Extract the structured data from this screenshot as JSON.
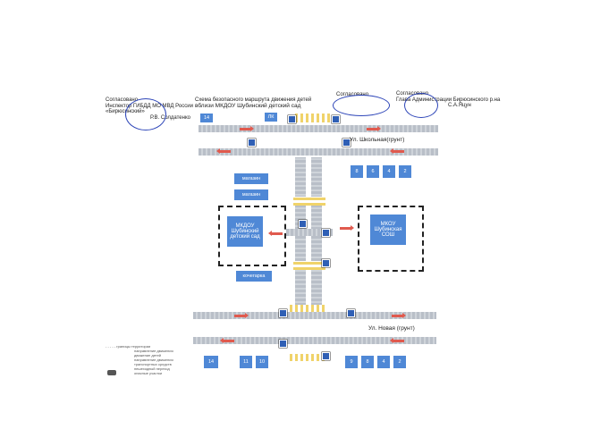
{
  "header": {
    "left": [
      "Согласовано",
      "Инспектор ГИБДД МО МВД России",
      "«Бирюсинский»",
      "Р.В. Солдатенко"
    ],
    "center": [
      "Схема безопасного маршрута движения детей",
      "вблизи МКДОУ Шубинский детский сад"
    ],
    "mid": [
      "Согласовано"
    ],
    "right": [
      "Согласовано",
      "Глава Администрации Бирюсинского р.на",
      "С.А.Яцун"
    ]
  },
  "streets": {
    "top": "Ул. Школьная(грунт)",
    "bottom": "Ул. Новая (грунт)"
  },
  "buildings": {
    "kindergarten": "МКДОУ Шубинский детский сад",
    "school": "МКОУ Шубинская СОШ",
    "shop1": "магазин",
    "shop2": "магазин",
    "boiler": "кочегарка"
  },
  "houses": {
    "top_left": [
      "14",
      "ЛК"
    ],
    "top_right": [
      "8",
      "6",
      "4",
      "2"
    ],
    "bottom_left": [
      "14",
      "11",
      "10"
    ],
    "bottom_right": [
      "9",
      "8",
      "4",
      "2"
    ]
  },
  "legend": [
    "- - - - - границы территории",
    "направление движения",
    "движение детей",
    "направление движения",
    "транспортных средств",
    "пешеходный переход",
    "опасные участки"
  ],
  "colors": {
    "house": "#4f88d6",
    "road": "#c3c8cf",
    "arrow": "#e05a4e",
    "crossing": "#f0d36a",
    "sign": "#2f5fb5"
  }
}
